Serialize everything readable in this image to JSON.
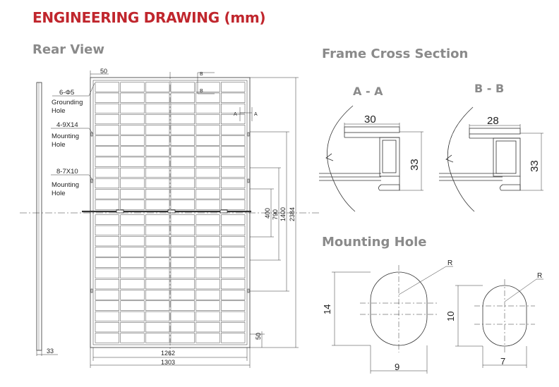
{
  "title": "ENGINEERING DRAWING (mm)",
  "rear_view": {
    "heading": "Rear View",
    "labels": {
      "grounding_hole_spec": "6-Φ5",
      "grounding_hole_line1": "Grounding",
      "grounding_hole_line2": "Hole",
      "mounting_hole_a_spec": "4-9X14",
      "mounting_hole_a_line1": "Mounting",
      "mounting_hole_a_line2": "Hole",
      "mounting_hole_b_spec": "8-7X10",
      "mounting_hole_b_line1": "Mounting",
      "mounting_hole_b_line2": "Hole"
    },
    "section_markers": {
      "a": "A",
      "b": "B"
    },
    "dimensions": {
      "top_offset": "50",
      "bottom_offset": "50",
      "frame_side_thickness": "33",
      "inner_width": "1262",
      "outer_width": "1303",
      "span_400": "400",
      "span_790": "790",
      "span_1400": "1400",
      "height_2384": "2384"
    }
  },
  "frame_cross_section": {
    "heading": "Frame Cross Section",
    "section_a": {
      "label": "A - A",
      "width": "30",
      "height": "33"
    },
    "section_b": {
      "label": "B - B",
      "width": "28",
      "height": "33"
    }
  },
  "mounting_hole": {
    "heading": "Mounting Hole",
    "large": {
      "height": "14",
      "width": "9",
      "radius_label": "R"
    },
    "small": {
      "height": "10",
      "width": "7",
      "radius_label": "R"
    }
  }
}
